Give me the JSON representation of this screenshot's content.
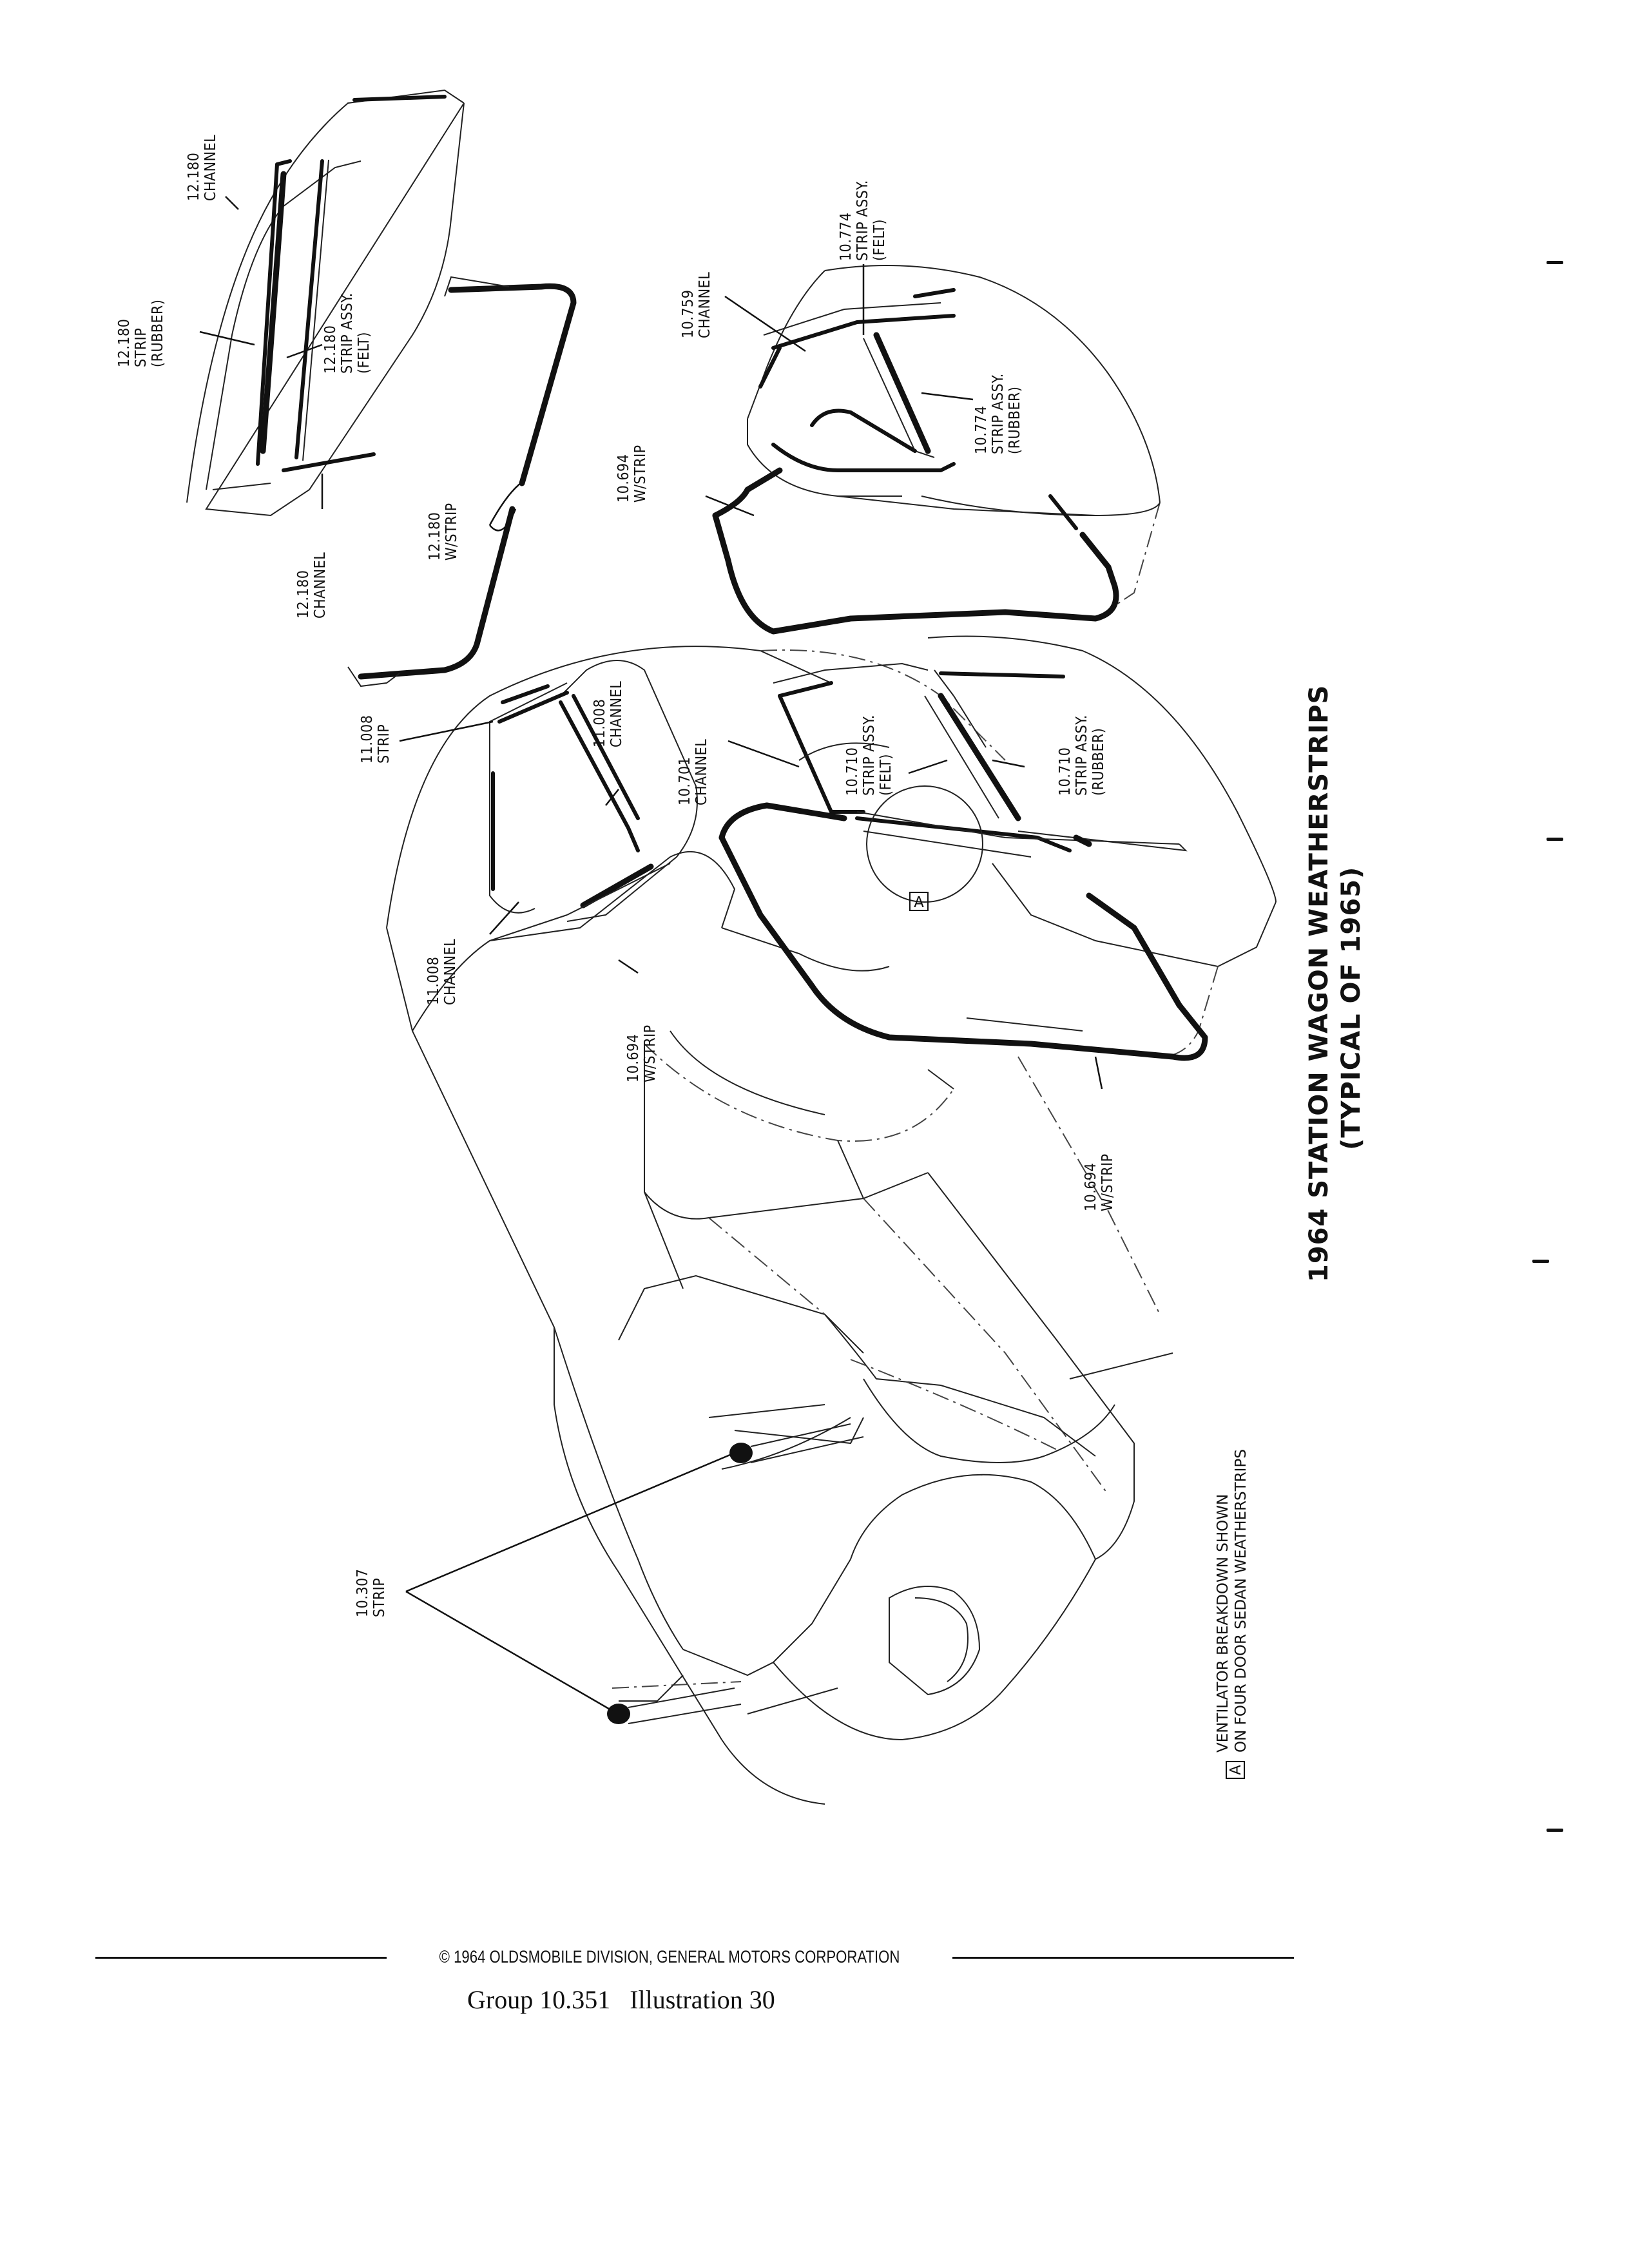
{
  "figure": {
    "title_line1": "1964 STATION WAGON WEATHERSTRIPS",
    "title_line2": "(TYPICAL OF 1965)",
    "note_symbol": "A",
    "note_line1": "VENTILATOR BREAKDOWN SHOWN",
    "note_line2": "ON FOUR DOOR SEDAN WEATHERSTRIPS",
    "detail_marker": "A"
  },
  "callouts": [
    {
      "id": "c12180-channel-top",
      "lines": [
        "12.180",
        "CHANNEL"
      ]
    },
    {
      "id": "c12180-strip-rubber",
      "lines": [
        "12.180",
        "STRIP",
        "(RUBBER)"
      ]
    },
    {
      "id": "c12180-strip-felt",
      "lines": [
        "12.180",
        "STRIP ASSY.",
        "(FELT)"
      ]
    },
    {
      "id": "c12180-channel-bottom",
      "lines": [
        "12.180",
        "CHANNEL"
      ]
    },
    {
      "id": "c12180-wstrip",
      "lines": [
        "12.180",
        "W/STRIP"
      ]
    },
    {
      "id": "c10774-felt",
      "lines": [
        "10.774",
        "STRIP ASSY.",
        "(FELT)"
      ]
    },
    {
      "id": "c10759-channel",
      "lines": [
        "10.759",
        "CHANNEL"
      ]
    },
    {
      "id": "c10774-rubber",
      "lines": [
        "10.774",
        "STRIP ASSY.",
        "(RUBBER)"
      ]
    },
    {
      "id": "c10694-rear",
      "lines": [
        "10.694",
        "W/STRIP"
      ]
    },
    {
      "id": "c11008-strip",
      "lines": [
        "11.008",
        "STRIP"
      ]
    },
    {
      "id": "c11008-channel-r",
      "lines": [
        "11.008",
        "CHANNEL"
      ]
    },
    {
      "id": "c10701-channel",
      "lines": [
        "10.701",
        "CHANNEL"
      ]
    },
    {
      "id": "c10710-felt",
      "lines": [
        "10.710",
        "STRIP ASSY.",
        "(FELT)"
      ]
    },
    {
      "id": "c10710-rubber",
      "lines": [
        "10.710",
        "STRIP ASSY.",
        "(RUBBER)"
      ]
    },
    {
      "id": "c11008-channel-l",
      "lines": [
        "11.008",
        "CHANNEL"
      ]
    },
    {
      "id": "c10694-body",
      "lines": [
        "10.694",
        "W/STRIP"
      ]
    },
    {
      "id": "c10694-front",
      "lines": [
        "10.694",
        "W/STRIP"
      ]
    },
    {
      "id": "c10307-strip",
      "lines": [
        "10.307",
        "STRIP"
      ]
    }
  ],
  "footer": {
    "copyright": "© 1964 OLDSMOBILE DIVISION, GENERAL MOTORS CORPORATION",
    "caption": "Group 10.351   Illustration 30"
  }
}
